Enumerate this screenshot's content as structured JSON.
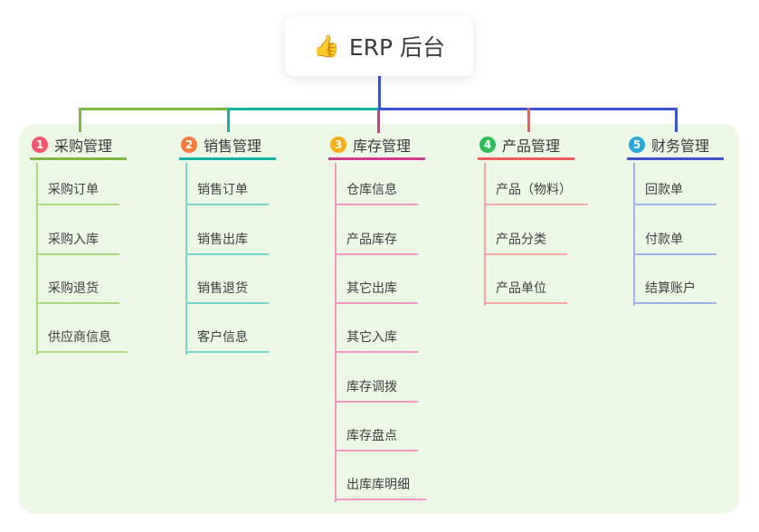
{
  "root": {
    "icon": "👍",
    "label": "ERP 后台"
  },
  "canvas": {
    "panel_bg": "#ecf7e6",
    "page_bg": "#ffffff"
  },
  "branches": [
    {
      "num": "1",
      "label": "采购管理",
      "badge_color": "#f5566c",
      "color": "#7cb93e",
      "light": "#abd77f",
      "children": [
        "采购订单",
        "采购入库",
        "采购退货",
        "供应商信息"
      ]
    },
    {
      "num": "2",
      "label": "销售管理",
      "badge_color": "#f97a3c",
      "color": "#12b2a6",
      "light": "#74d6c9",
      "children": [
        "销售订单",
        "销售出库",
        "销售退货",
        "客户信息"
      ]
    },
    {
      "num": "3",
      "label": "库存管理",
      "badge_color": "#f9ae13",
      "color": "#d23a92",
      "light": "#f398c5",
      "children": [
        "仓库信息",
        "产品库存",
        "其它出库",
        "其它入库",
        "库存调拨",
        "库存盘点",
        "出库库明细"
      ]
    },
    {
      "num": "4",
      "label": "产品管理",
      "badge_color": "#2fbd57",
      "color": "#f15b5b",
      "light": "#f7a8a5",
      "children": [
        "产品（物料）",
        "产品分类",
        "产品单位"
      ]
    },
    {
      "num": "5",
      "label": "财务管理",
      "badge_color": "#27a6e0",
      "color": "#4053ce",
      "light": "#9fb3e8",
      "children": [
        "回款单",
        "付款单",
        "结算账户"
      ]
    }
  ]
}
